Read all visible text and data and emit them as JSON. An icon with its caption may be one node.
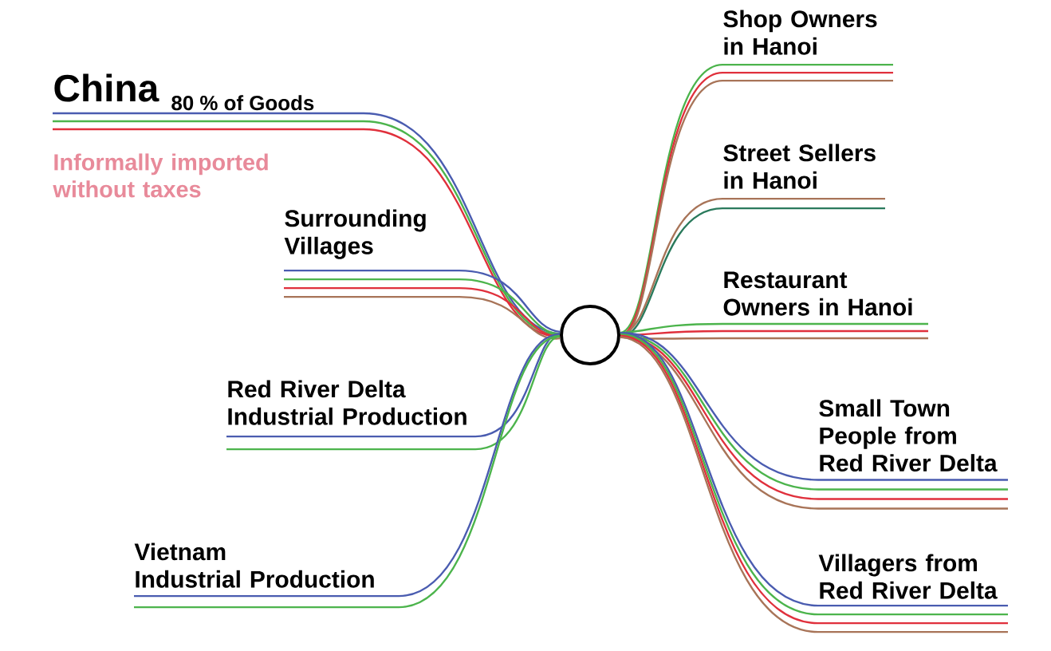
{
  "diagram": {
    "nodes": [
      {
        "text": [
          "China"
        ],
        "beside": [
          "80 % of Goods"
        ]
      },
      {
        "text": [
          "Surrounding Villages"
        ]
      },
      {
        "text": [
          "Red River Delta Industrial Production"
        ]
      },
      {
        "text": [
          "Vietnam Industrial Production"
        ]
      },
      {
        "text": [],
        "shape": "circle"
      },
      {
        "text": [
          "Shop Owners in Hanoi"
        ]
      },
      {
        "text": [
          "Street Sellers in Hanoi"
        ]
      },
      {
        "text": [
          "Restaurant Owners in Hanoi"
        ]
      },
      {
        "text": [
          "Small Town People from Red River Delta"
        ]
      },
      {
        "text": [
          "Villagers from Red River Delta"
        ]
      }
    ],
    "edges": [
      {
        "from": 0,
        "to": 4,
        "arrow": "none",
        "color": "#4a5cb0"
      },
      {
        "from": 0,
        "to": 4,
        "arrow": "none",
        "color": "#4cb44c"
      },
      {
        "from": 0,
        "to": 4,
        "arrow": "none",
        "color": "#e0303c"
      },
      {
        "from": 1,
        "to": 4,
        "arrow": "none",
        "color": "#4a5cb0"
      },
      {
        "from": 1,
        "to": 4,
        "arrow": "none",
        "color": "#4cb44c"
      },
      {
        "from": 1,
        "to": 4,
        "arrow": "none",
        "color": "#e0303c"
      },
      {
        "from": 1,
        "to": 4,
        "arrow": "none",
        "color": "#a87458"
      },
      {
        "from": 2,
        "to": 4,
        "arrow": "none",
        "color": "#4a5cb0"
      },
      {
        "from": 2,
        "to": 4,
        "arrow": "none",
        "color": "#4cb44c"
      },
      {
        "from": 3,
        "to": 4,
        "arrow": "none",
        "color": "#4a5cb0"
      },
      {
        "from": 3,
        "to": 4,
        "arrow": "none",
        "color": "#4cb44c"
      },
      {
        "from": 4,
        "to": 5,
        "arrow": "none",
        "color": "#4cb44c"
      },
      {
        "from": 4,
        "to": 5,
        "arrow": "none",
        "color": "#e0303c"
      },
      {
        "from": 4,
        "to": 5,
        "arrow": "none",
        "color": "#a87458"
      },
      {
        "from": 4,
        "to": 6,
        "arrow": "none",
        "color": "#a87458"
      },
      {
        "from": 4,
        "to": 6,
        "arrow": "none",
        "color": "#2a7a5c"
      },
      {
        "from": 4,
        "to": 7,
        "arrow": "none",
        "color": "#4cb44c"
      },
      {
        "from": 4,
        "to": 7,
        "arrow": "none",
        "color": "#e0303c"
      },
      {
        "from": 4,
        "to": 7,
        "arrow": "none",
        "color": "#a87458"
      },
      {
        "from": 4,
        "to": 8,
        "arrow": "none",
        "color": "#4a5cb0"
      },
      {
        "from": 4,
        "to": 8,
        "arrow": "none",
        "color": "#4cb44c"
      },
      {
        "from": 4,
        "to": 8,
        "arrow": "none",
        "color": "#e0303c"
      },
      {
        "from": 4,
        "to": 8,
        "arrow": "none",
        "color": "#a87458"
      },
      {
        "from": 4,
        "to": 9,
        "arrow": "none",
        "color": "#4a5cb0"
      },
      {
        "from": 4,
        "to": 9,
        "arrow": "none",
        "color": "#4cb44c"
      },
      {
        "from": 4,
        "to": 9,
        "arrow": "none",
        "color": "#e0303c"
      },
      {
        "from": 4,
        "to": 9,
        "arrow": "none",
        "color": "#a87458"
      }
    ],
    "labels": [
      "Informally imported without taxes"
    ]
  }
}
